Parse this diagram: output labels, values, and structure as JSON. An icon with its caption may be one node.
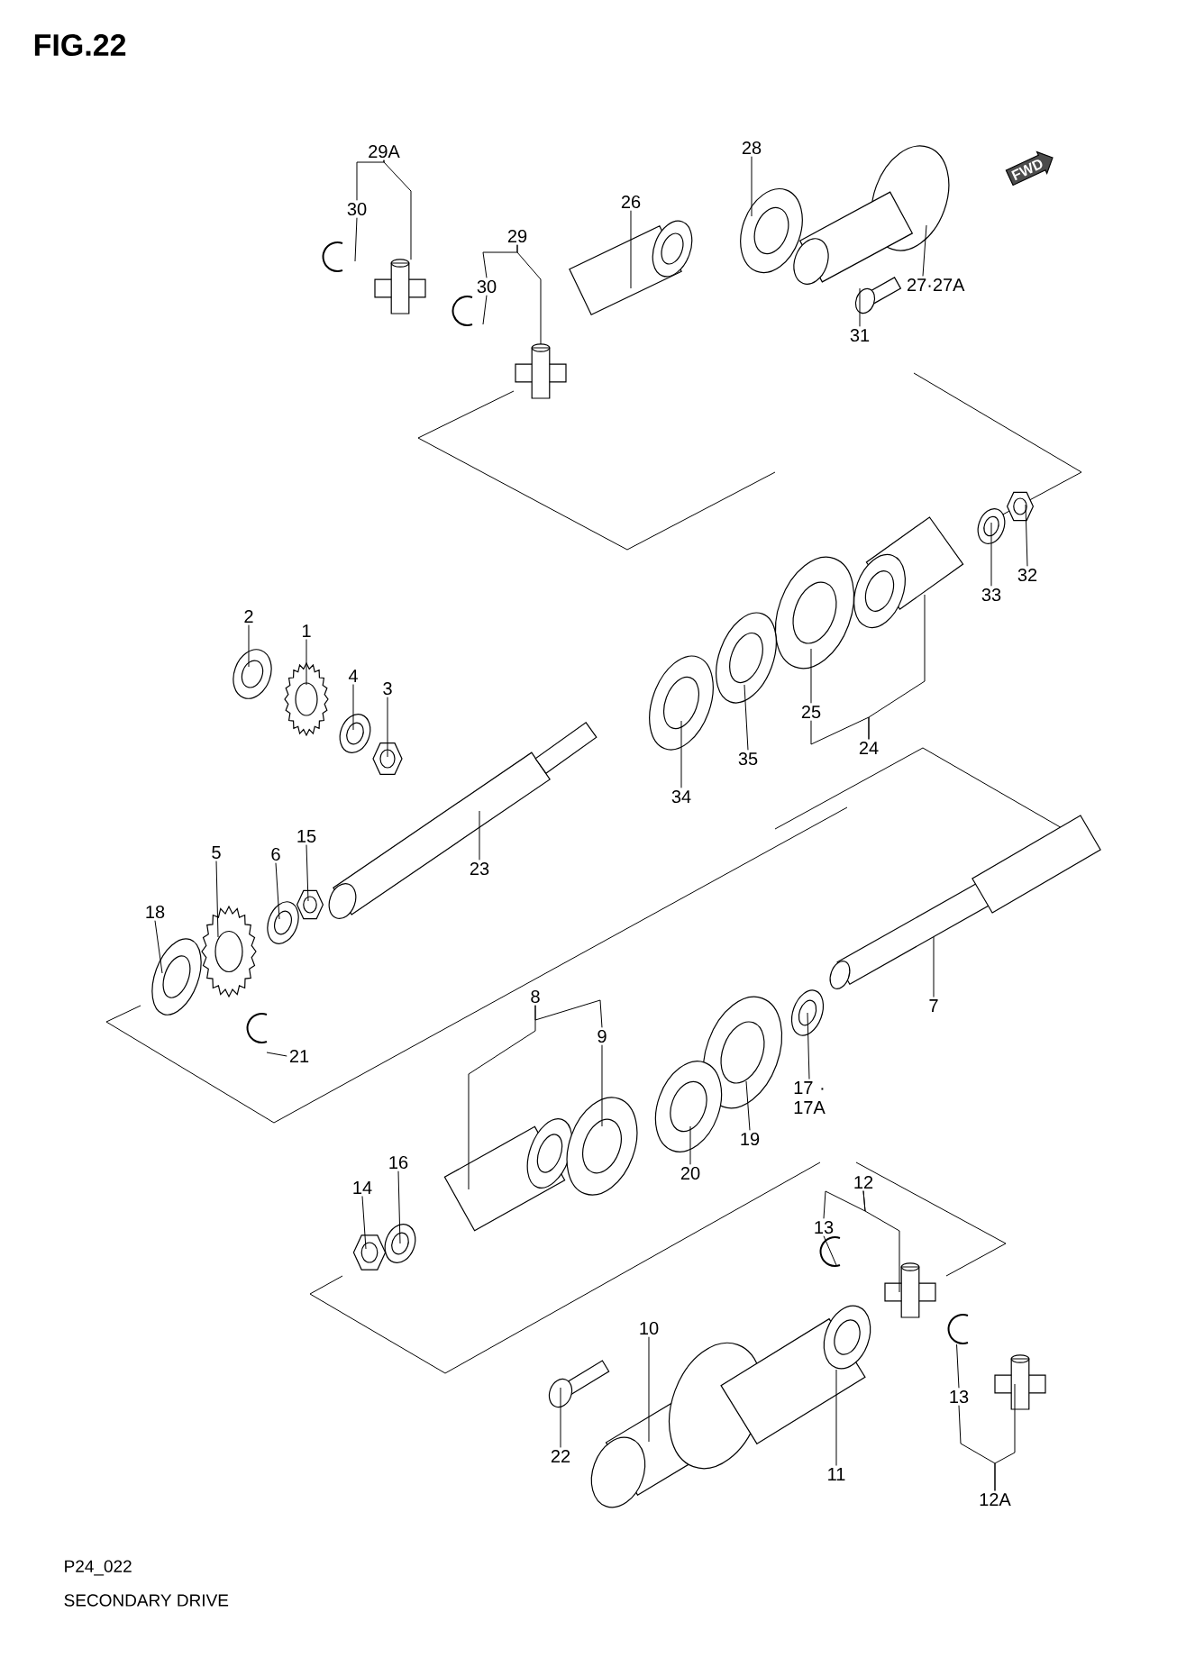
{
  "diagram": {
    "title": "FIG.22",
    "caption": "SECONDARY DRIVE",
    "nodes": [
      {
        "text": [
          "29A"
        ]
      },
      {
        "text": [
          "30"
        ]
      },
      {
        "text": [
          "29"
        ]
      },
      {
        "text": [
          "30"
        ]
      },
      {
        "text": [
          "26"
        ]
      },
      {
        "text": [
          "28"
        ]
      },
      {
        "text": [
          "27·27A"
        ]
      },
      {
        "text": [
          "31"
        ]
      },
      {
        "text": [
          "33"
        ]
      },
      {
        "text": [
          "32"
        ]
      },
      {
        "text": [
          "2"
        ]
      },
      {
        "text": [
          "1"
        ]
      },
      {
        "text": [
          "4"
        ]
      },
      {
        "text": [
          "3"
        ]
      },
      {
        "text": [
          "25"
        ]
      },
      {
        "text": [
          "24"
        ]
      },
      {
        "text": [
          "34"
        ]
      },
      {
        "text": [
          "35"
        ]
      },
      {
        "text": [
          "23"
        ]
      },
      {
        "text": [
          "5"
        ]
      },
      {
        "text": [
          "6"
        ]
      },
      {
        "text": [
          "15"
        ]
      },
      {
        "text": [
          "18"
        ]
      },
      {
        "text": [
          "21"
        ]
      },
      {
        "text": [
          "7"
        ]
      },
      {
        "text": [
          "8"
        ]
      },
      {
        "text": [
          "9"
        ]
      },
      {
        "text": [
          "17 · 17A"
        ]
      },
      {
        "text": [
          "19"
        ]
      },
      {
        "text": [
          "20"
        ]
      },
      {
        "text": [
          "16"
        ]
      },
      {
        "text": [
          "14"
        ]
      },
      {
        "text": [
          "12"
        ]
      },
      {
        "text": [
          "13"
        ]
      },
      {
        "text": [
          "13"
        ]
      },
      {
        "text": [
          "12A"
        ]
      },
      {
        "text": [
          "10"
        ]
      },
      {
        "text": [
          "11"
        ]
      },
      {
        "text": [
          "22"
        ]
      },
      {
        "text": [
          "FWD"
        ]
      },
      {
        "text": [],
        "shape": "picture"
      },
      {
        "text": [],
        "shape": "picture"
      },
      {
        "text": [],
        "shape": "picture"
      },
      {
        "text": [],
        "shape": "picture"
      },
      {
        "text": [],
        "shape": "picture"
      },
      {
        "text": [],
        "shape": "picture"
      },
      {
        "text": [],
        "shape": "picture"
      },
      {
        "text": [],
        "shape": "picture"
      },
      {
        "text": [],
        "shape": "picture"
      },
      {
        "text": [],
        "shape": "picture"
      },
      {
        "text": [],
        "shape": "picture"
      },
      {
        "text": [],
        "shape": "picture"
      },
      {
        "text": [],
        "shape": "picture"
      },
      {
        "text": [],
        "shape": "picture"
      },
      {
        "text": [],
        "shape": "picture"
      },
      {
        "text": [],
        "shape": "picture"
      },
      {
        "text": [],
        "shape": "picture"
      },
      {
        "text": [],
        "shape": "picture"
      },
      {
        "text": [],
        "shape": "picture"
      },
      {
        "text": [],
        "shape": "picture"
      },
      {
        "text": [],
        "shape": "picture"
      },
      {
        "text": [],
        "shape": "picture"
      },
      {
        "text": [],
        "shape": "picture"
      },
      {
        "text": [],
        "shape": "picture"
      },
      {
        "text": [],
        "shape": "picture"
      },
      {
        "text": [],
        "shape": "picture"
      },
      {
        "text": [],
        "shape": "picture"
      },
      {
        "text": [],
        "shape": "picture"
      },
      {
        "text": [],
        "shape": "picture"
      },
      {
        "text": [],
        "shape": "picture"
      },
      {
        "text": [],
        "shape": "picture"
      },
      {
        "text": [],
        "shape": "picture"
      },
      {
        "text": [],
        "shape": "picture"
      },
      {
        "text": [],
        "shape": "picture"
      },
      {
        "text": [],
        "shape": "picture"
      },
      {
        "text": [],
        "shape": "picture"
      },
      {
        "text": [],
        "shape": "picture"
      },
      {
        "text": [],
        "shape": "picture"
      },
      {
        "text": [],
        "shape": "picture"
      }
    ],
    "edges": [
      {
        "from": 0,
        "to": 41,
        "arrow": "none"
      },
      {
        "from": 1,
        "to": 40,
        "arrow": "none"
      },
      {
        "from": 2,
        "to": 43,
        "arrow": "none"
      },
      {
        "from": 3,
        "to": 42,
        "arrow": "none"
      },
      {
        "from": 4,
        "to": 44,
        "arrow": "none"
      },
      {
        "from": 5,
        "to": 45,
        "arrow": "none"
      },
      {
        "from": 6,
        "to": 46,
        "arrow": "none"
      },
      {
        "from": 7,
        "to": 47,
        "arrow": "none"
      },
      {
        "from": 8,
        "to": 48,
        "arrow": "none"
      },
      {
        "from": 9,
        "to": 49,
        "arrow": "none"
      },
      {
        "from": 10,
        "to": 50,
        "arrow": "none"
      },
      {
        "from": 11,
        "to": 51,
        "arrow": "none"
      },
      {
        "from": 12,
        "to": 52,
        "arrow": "none"
      },
      {
        "from": 13,
        "to": 53,
        "arrow": "none"
      },
      {
        "from": 14,
        "to": 54,
        "arrow": "none"
      },
      {
        "from": 15,
        "to": 55,
        "arrow": "none"
      },
      {
        "from": 16,
        "to": 56,
        "arrow": "none"
      },
      {
        "from": 17,
        "to": 57,
        "arrow": "none"
      },
      {
        "from": 18,
        "to": 58,
        "arrow": "none"
      },
      {
        "from": 19,
        "to": 59,
        "arrow": "none"
      },
      {
        "from": 20,
        "to": 60,
        "arrow": "none"
      },
      {
        "from": 21,
        "to": 61,
        "arrow": "none"
      },
      {
        "from": 22,
        "to": 62,
        "arrow": "none"
      },
      {
        "from": 23,
        "to": 63,
        "arrow": "none"
      },
      {
        "from": 24,
        "to": 64,
        "arrow": "none"
      },
      {
        "from": 25,
        "to": 65,
        "arrow": "none"
      },
      {
        "from": 26,
        "to": 66,
        "arrow": "none"
      },
      {
        "from": 27,
        "to": 67,
        "arrow": "none"
      },
      {
        "from": 28,
        "to": 68,
        "arrow": "none"
      },
      {
        "from": 29,
        "to": 69,
        "arrow": "none"
      },
      {
        "from": 30,
        "to": 70,
        "arrow": "none"
      },
      {
        "from": 31,
        "to": 71,
        "arrow": "none"
      },
      {
        "from": 32,
        "to": 72,
        "arrow": "none"
      },
      {
        "from": 33,
        "to": 73,
        "arrow": "none"
      },
      {
        "from": 34,
        "to": 74,
        "arrow": "none"
      },
      {
        "from": 35,
        "to": 75,
        "arrow": "none"
      },
      {
        "from": 36,
        "to": 76,
        "arrow": "none"
      },
      {
        "from": 37,
        "to": 77,
        "arrow": "none"
      },
      {
        "from": 38,
        "to": 78,
        "arrow": "none"
      },
      {
        "from": 0,
        "to": 1,
        "arrow": "none"
      },
      {
        "from": 2,
        "to": 3,
        "arrow": "none"
      },
      {
        "from": 15,
        "to": 14,
        "arrow": "none"
      },
      {
        "from": 25,
        "to": 26,
        "arrow": "none"
      },
      {
        "from": 32,
        "to": 33,
        "arrow": "none"
      },
      {
        "from": 35,
        "to": 34,
        "arrow": "none"
      }
    ],
    "labels": [
      "P24_022"
    ]
  }
}
